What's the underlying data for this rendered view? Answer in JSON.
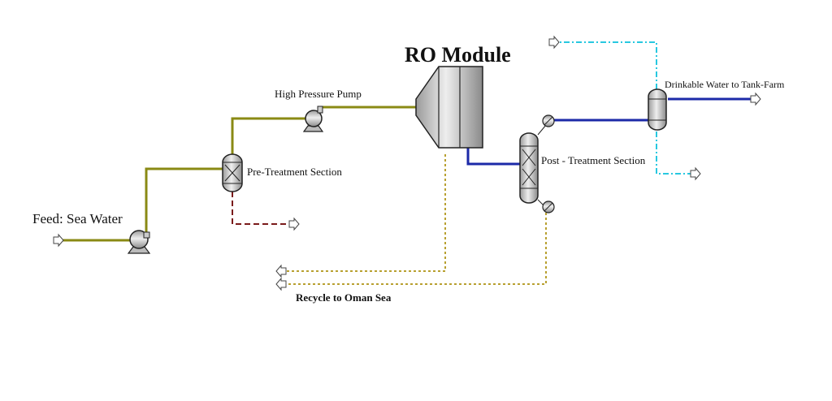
{
  "labels": {
    "ro_module": "RO Module",
    "high_pressure_pump": "High Pressure Pump",
    "pre_treatment": "Pre-Treatment Section",
    "feed": "Feed: Sea Water",
    "post_treatment": "Post - Treatment Section",
    "drinkable_water": "Drinkable Water to Tank-Farm",
    "recycle": "Recycle to Oman Sea"
  },
  "colors": {
    "feed_line": "#8a8a14",
    "permeate_line": "#1c2aa8",
    "brine_line": "#b8a030",
    "waste_line": "#7a1a1a",
    "vent_line": "#28c8e0",
    "equipment_fill": "#d8d8d8",
    "equipment_stroke": "#222222"
  }
}
